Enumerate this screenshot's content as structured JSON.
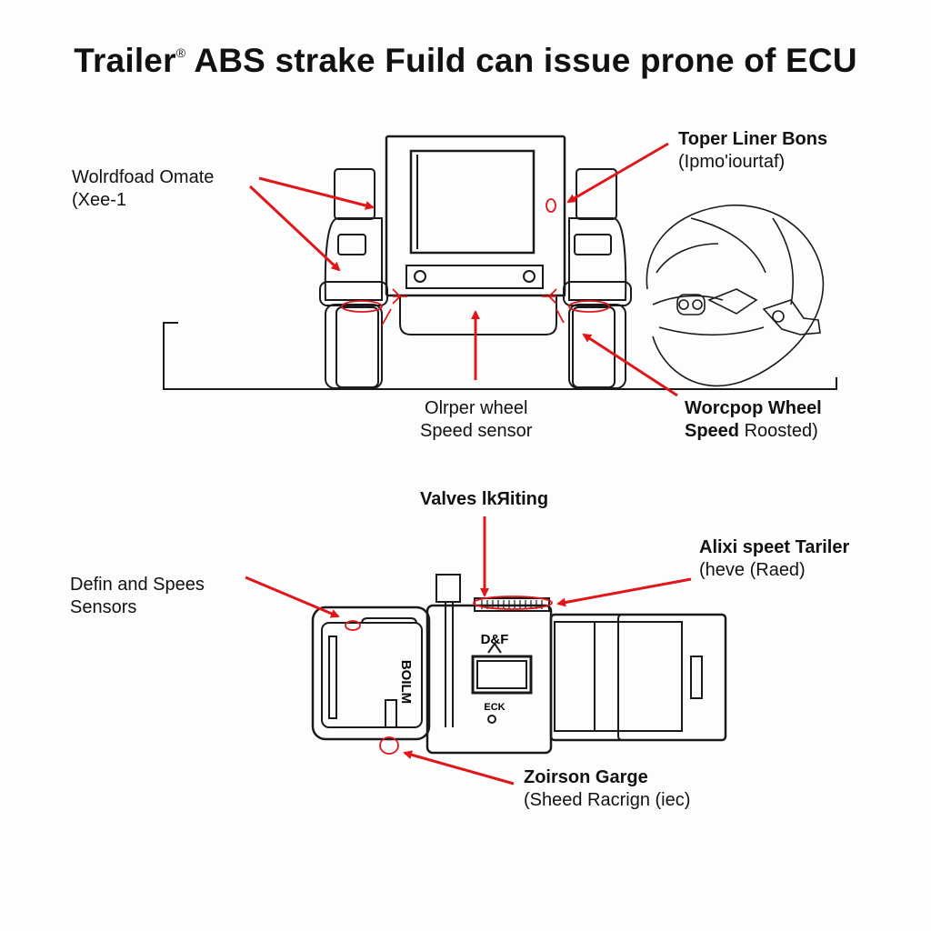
{
  "title": {
    "main": "Trailer",
    "mark": "®",
    "rest": "ABS strake Fuild can issue prone of ECU"
  },
  "labels": {
    "worldfoad": {
      "line1": "Wolrdfoad Omate",
      "line2": "(Xee-1"
    },
    "toper": {
      "line1": "Toper Liner Bons",
      "line2": "(Ipmo'iourtaf)"
    },
    "olrper": {
      "line1": "Olrper wheel",
      "line2": "Speed sensor"
    },
    "worcpop": {
      "line1_bold": "Worcpop Wheel",
      "line2_bold": "Speed",
      "line2_rest": " Roosted)"
    },
    "valves": {
      "line1": "Valves lkЯiting"
    },
    "defin": {
      "line1": "Defin and Spees",
      "line2": "Sensors"
    },
    "alixi": {
      "line1": "Alixi speet Tariler",
      "line2": "(heve (Raed)"
    },
    "zoirson": {
      "line1": "Zoirson Garge",
      "line2": "(Sheed Racrign (iec)"
    }
  },
  "module_text": {
    "side": "BOILM",
    "top": "D&F",
    "bottom": "ECK"
  },
  "colors": {
    "arrow": "#e0161b",
    "line": "#1a1a1a"
  }
}
